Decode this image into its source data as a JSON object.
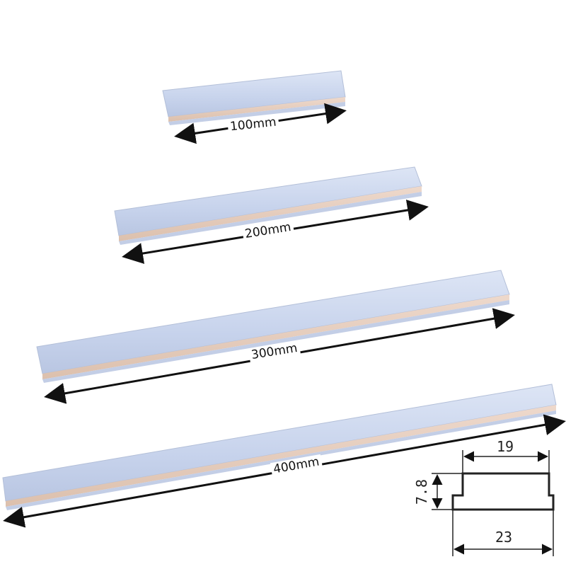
{
  "rails": [
    {
      "label": "100mm"
    },
    {
      "label": "200mm"
    },
    {
      "label": "300mm"
    },
    {
      "label": "400mm"
    }
  ],
  "profile": {
    "top_width": "19",
    "height": "7.8",
    "bottom_width": "23"
  },
  "colors": {
    "rail_face": "#cfd9ee",
    "rail_edge": "#a9b6cf",
    "rail_base": "#e3c9b8",
    "arrow": "#111111",
    "drawing_line": "#222222"
  }
}
